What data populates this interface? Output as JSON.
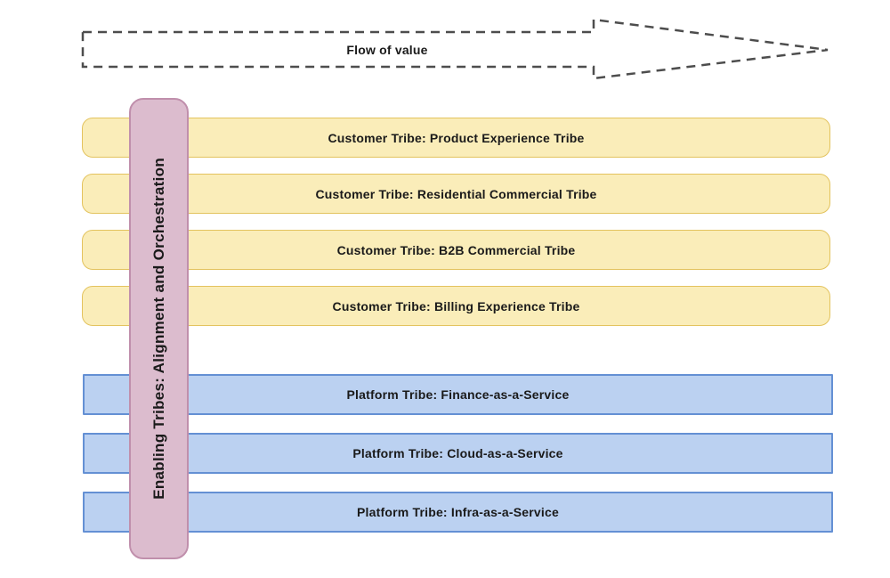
{
  "flow_arrow": {
    "label": "Flow of value"
  },
  "enabling_bar": {
    "label": "Enabling Tribes: Alignment and Orchestration"
  },
  "customer_tribes": [
    {
      "label": "Customer Tribe: Product Experience Tribe"
    },
    {
      "label": "Customer Tribe: Residential Commercial Tribe"
    },
    {
      "label": "Customer Tribe: B2B Commercial Tribe"
    },
    {
      "label": "Customer Tribe: Billing Experience Tribe"
    }
  ],
  "platform_tribes": [
    {
      "label": "Platform Tribe: Finance-as-a-Service"
    },
    {
      "label": "Platform Tribe: Cloud-as-a-Service"
    },
    {
      "label": "Platform Tribe: Infra-as-a-Service"
    }
  ],
  "colors": {
    "customer_fill": "#FAEDB9",
    "customer_border": "#E3C35E",
    "platform_fill": "#BBD1F1",
    "platform_border": "#6490D4",
    "enabling_fill": "#DCBCCE",
    "enabling_border": "#C08FAC",
    "arrow_stroke": "#4D4D4D",
    "text": "#1A1A1A"
  }
}
